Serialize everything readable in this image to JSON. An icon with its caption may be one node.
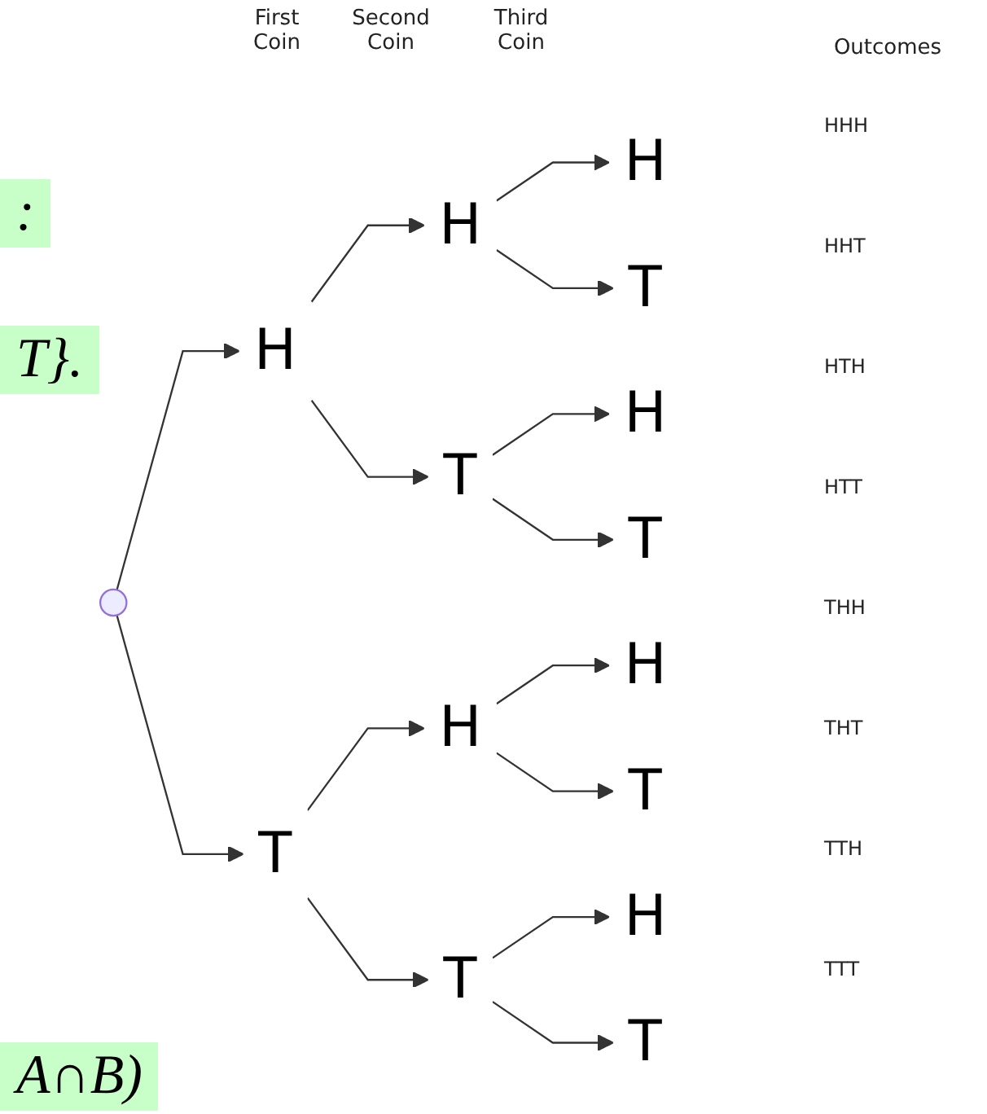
{
  "diagram": {
    "nodes": [
      {
        "text": [],
        "shape": "point"
      },
      {
        "text": [
          "H"
        ]
      },
      {
        "text": [
          "H"
        ]
      },
      {
        "text": [
          "H"
        ]
      },
      {
        "text": [
          "T"
        ]
      },
      {
        "text": [
          "T"
        ]
      },
      {
        "text": [
          "H"
        ]
      },
      {
        "text": [
          "T"
        ]
      },
      {
        "text": [
          "T"
        ]
      },
      {
        "text": [
          "H"
        ]
      },
      {
        "text": [
          "H"
        ]
      },
      {
        "text": [
          "T"
        ]
      },
      {
        "text": [
          "T"
        ]
      },
      {
        "text": [
          "H"
        ]
      },
      {
        "text": [
          "T"
        ]
      }
    ],
    "edges": [
      {
        "from": 0,
        "to": 1,
        "arrow": "to"
      },
      {
        "from": 1,
        "to": 2,
        "arrow": "to"
      },
      {
        "from": 2,
        "to": 3,
        "arrow": "to"
      },
      {
        "from": 2,
        "to": 4,
        "arrow": "to"
      },
      {
        "from": 1,
        "to": 5,
        "arrow": "to"
      },
      {
        "from": 5,
        "to": 6,
        "arrow": "to"
      },
      {
        "from": 5,
        "to": 7,
        "arrow": "to"
      },
      {
        "from": 0,
        "to": 8,
        "arrow": "to"
      },
      {
        "from": 8,
        "to": 9,
        "arrow": "to"
      },
      {
        "from": 9,
        "to": 10,
        "arrow": "to"
      },
      {
        "from": 9,
        "to": 11,
        "arrow": "to"
      },
      {
        "from": 8,
        "to": 12,
        "arrow": "to"
      },
      {
        "from": 12,
        "to": 13,
        "arrow": "to"
      },
      {
        "from": 12,
        "to": 14,
        "arrow": "to"
      }
    ],
    "labels": [
      "First Coin",
      "Second Coin",
      "Third Coin",
      "Outcomes",
      ":",
      "T}.",
      "HHH",
      "HHT",
      "HTH",
      "HTT",
      "THH",
      "THT",
      "TTH",
      "TTT",
      "A∩B)"
    ]
  }
}
